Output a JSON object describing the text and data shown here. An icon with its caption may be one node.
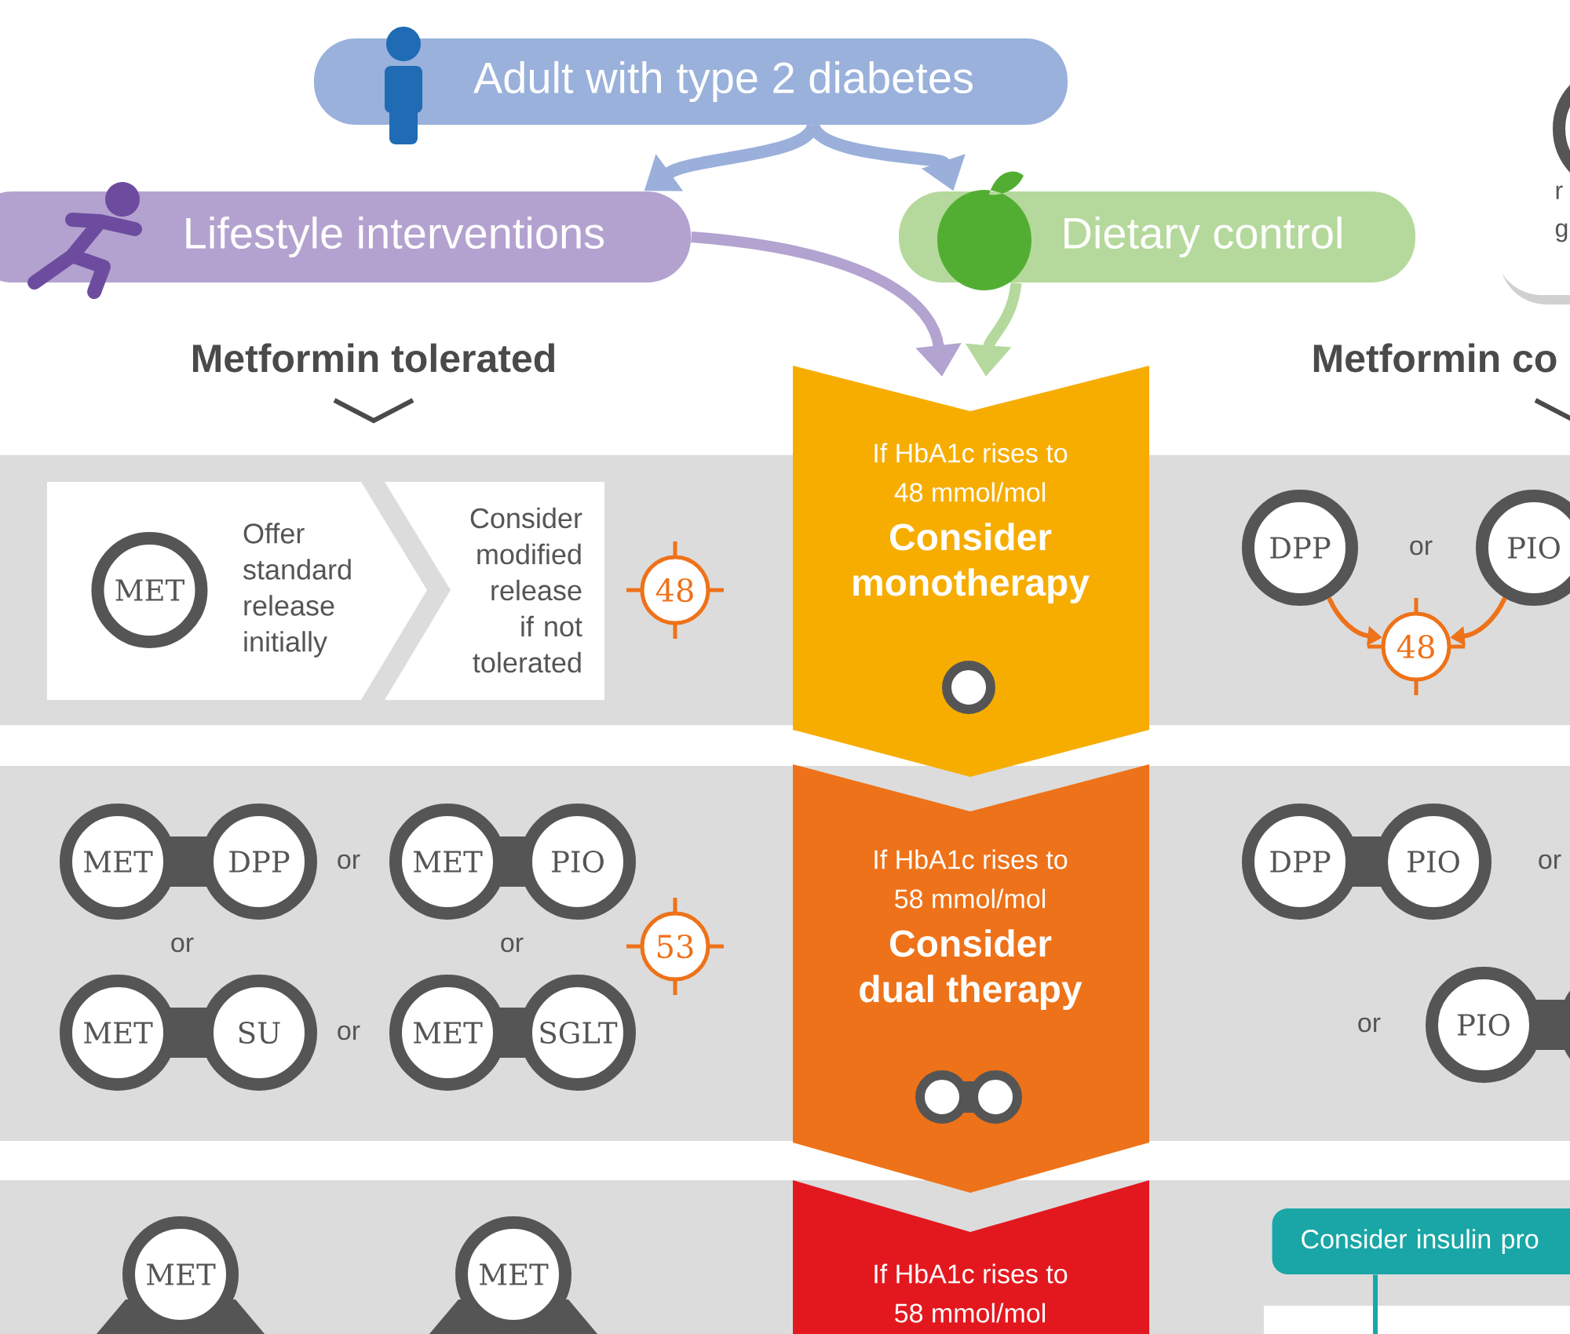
{
  "diagram": {
    "nodes": [
      {
        "text": [
          "Adult with type 2 diabetes"
        ]
      },
      {
        "text": [
          "Lifestyle interventions"
        ]
      },
      {
        "text": [
          "Dietary control"
        ]
      },
      {
        "text": [
          "If HbA1c rises to 48 mmol/mol",
          "Consider monotherapy"
        ]
      },
      {
        "text": [
          "If HbA1c rises to 58 mmol/mol",
          "Consider dual therapy"
        ]
      },
      {
        "text": [
          "If HbA1c rises to 58 mmol/mol"
        ]
      },
      {
        "text": [
          "Offer standard release initially"
        ]
      },
      {
        "text": [
          "MET"
        ],
        "in": 6
      },
      {
        "text": [
          "Consider modified release if not tolerated"
        ]
      },
      {
        "text": [
          "48"
        ]
      },
      {
        "text": [
          "DPP"
        ]
      },
      {
        "text": [
          "PIO"
        ]
      },
      {
        "text": [
          "48"
        ]
      },
      {
        "text": [
          "MET"
        ]
      },
      {
        "text": [
          "DPP"
        ]
      },
      {
        "text": [
          "MET"
        ]
      },
      {
        "text": [
          "PIO"
        ]
      },
      {
        "text": [
          "MET"
        ]
      },
      {
        "text": [
          "SU"
        ]
      },
      {
        "text": [
          "MET"
        ]
      },
      {
        "text": [
          "SGLT"
        ]
      },
      {
        "text": [
          "53"
        ]
      },
      {
        "text": [
          "DPP"
        ]
      },
      {
        "text": [
          "PIO"
        ]
      },
      {
        "text": [
          "PIO"
        ]
      },
      {
        "text": [],
        "shape": "circle"
      },
      {
        "text": [
          "MET"
        ]
      },
      {
        "text": [
          "MET"
        ]
      },
      {
        "text": [
          "Consider insulin pro"
        ]
      },
      {
        "text": [
          "r g"
        ]
      }
    ],
    "edges": [
      {
        "from": 0,
        "to": 1,
        "arrow": "to",
        "color": "#9ab0da"
      },
      {
        "from": 0,
        "to": 2,
        "arrow": "to",
        "color": "#9ab0da"
      },
      {
        "from": 1,
        "to": 3,
        "arrow": "to",
        "color": "#b3a3d0"
      },
      {
        "from": 2,
        "to": 3,
        "arrow": "to",
        "color": "#b5d99d"
      },
      {
        "from": 10,
        "to": 12,
        "arrow": "to",
        "color": "#ee7219"
      },
      {
        "from": 11,
        "to": 12,
        "arrow": "to",
        "color": "#ee7219"
      },
      {
        "from": 28,
        "to": null,
        "arrow": "none",
        "color": "#1aa6a6"
      }
    ],
    "labels": [
      "Metformin tolerated",
      "Metformin co",
      "or",
      "or",
      "or",
      "or",
      "or",
      "or",
      "or"
    ]
  }
}
